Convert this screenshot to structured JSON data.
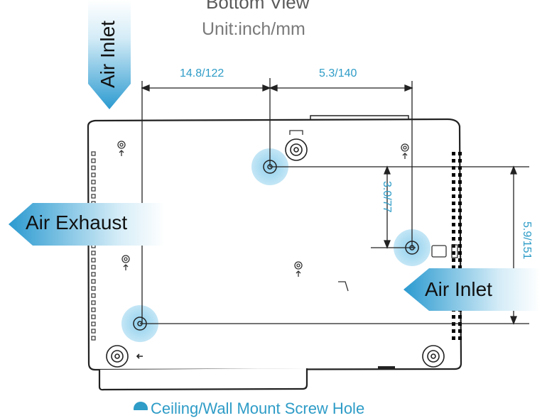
{
  "header": {
    "title": "Bottom View",
    "unit": "Unit:inch/mm"
  },
  "dimensions": {
    "top_left": "14.8/122",
    "top_right": "5.3/140",
    "vertical_inner": "3.0/77",
    "vertical_outer": "5.9/151"
  },
  "labels": {
    "air_inlet_top": "Air Inlet",
    "air_exhaust": "Air Exhaust",
    "air_inlet_right": "Air Inlet"
  },
  "legend": {
    "text": "Ceiling/Wall Mount Screw Hole"
  },
  "colors": {
    "accent": "#2e9cc7",
    "arrow": "#3aa7d8",
    "outline": "#222222",
    "screw_glow": "#8fd0ee"
  }
}
